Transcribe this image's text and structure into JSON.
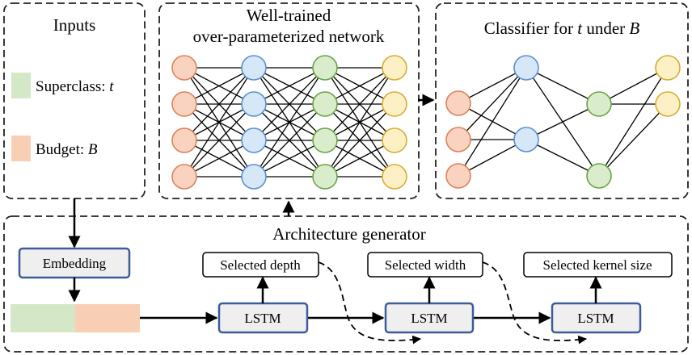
{
  "panels": {
    "inputs": {
      "title": "Inputs",
      "items": [
        {
          "label": "Superclass: ",
          "var": "t",
          "color": "#d4e8c8"
        },
        {
          "label": "Budget: ",
          "var": "B",
          "color": "#f8cfb4"
        }
      ]
    },
    "network": {
      "title_line1": "Well-trained",
      "title_line2": "over-parameterized network",
      "layer_sizes": [
        4,
        4,
        4,
        4
      ]
    },
    "classifier": {
      "title_prefix": "Classifier for ",
      "title_var1": "t",
      "title_mid": " under ",
      "title_var2": "B",
      "layer_sizes": [
        3,
        2,
        2,
        2
      ]
    },
    "generator": {
      "title": "Architecture generator",
      "embedding_label": "Embedding",
      "lstm_label": "LSTM",
      "outputs": [
        "Selected depth",
        "Selected width",
        "Selected kernel size"
      ]
    }
  },
  "colors": {
    "orange_fill": "#fad3c0",
    "orange_stroke": "#d9825a",
    "blue_fill": "#d6e7f7",
    "blue_stroke": "#5b8fd0",
    "green_fill": "#d9eccb",
    "green_stroke": "#6aa446",
    "yellow_fill": "#fdf0c4",
    "yellow_stroke": "#d6ad34",
    "box_stroke": "#3e5c9a",
    "box_fill": "#efefef"
  }
}
